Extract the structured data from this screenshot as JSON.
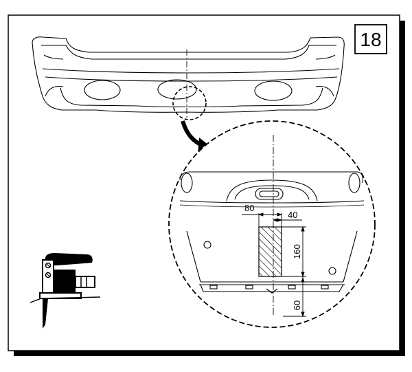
{
  "step": {
    "number": "18"
  },
  "dimensions": {
    "width_a": "80",
    "width_b": "40",
    "height_cut": "160",
    "height_bottom": "60"
  },
  "colors": {
    "ink": "#000000",
    "paper": "#ffffff",
    "shadow": "#000000"
  },
  "icons": {
    "tool": "jigsaw-icon",
    "arrow": "curved-arrow-icon",
    "magnifier": "detail-circle-icon"
  }
}
